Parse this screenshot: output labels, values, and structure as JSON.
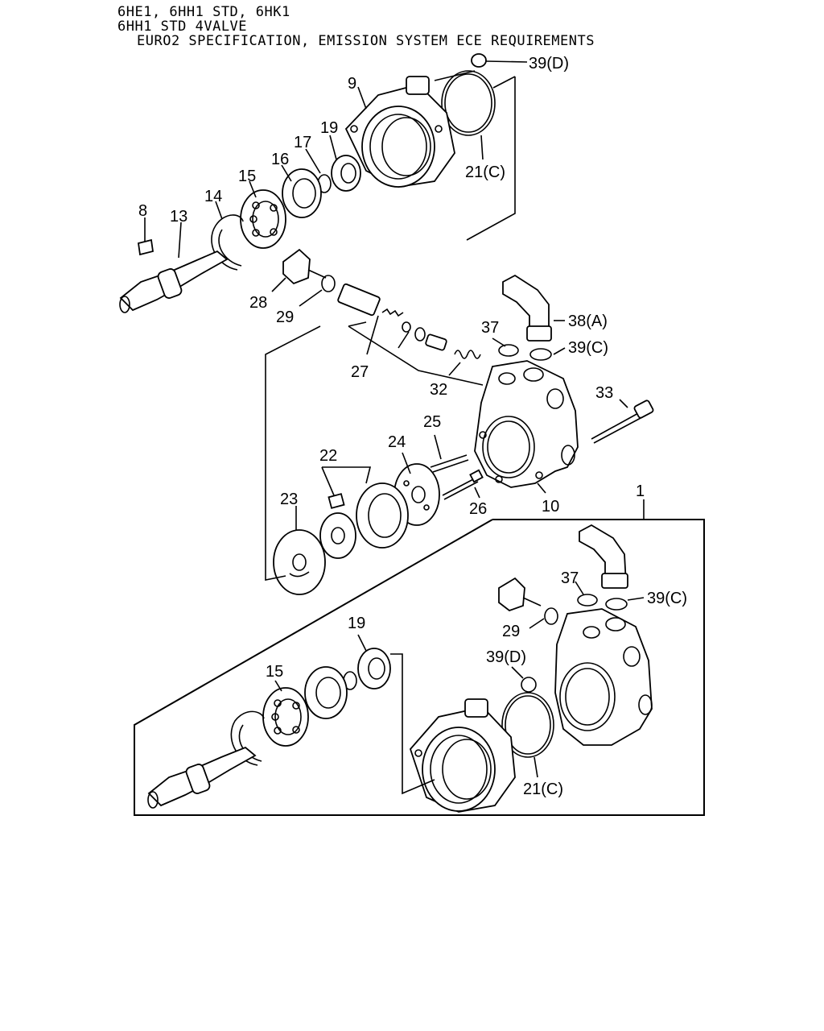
{
  "header": {
    "line1": "6HE1, 6HH1 STD, 6HK1",
    "line2": "6HH1 STD 4VALVE",
    "line3": "EURO2 SPECIFICATION, EMISSION SYSTEM ECE REQUIREMENTS"
  },
  "callouts": {
    "c39d_top": "39(D)",
    "c9": "9",
    "c21c_top": "21(C)",
    "c19_top": "19",
    "c17": "17",
    "c16": "16",
    "c15_top": "15",
    "c14": "14",
    "c13": "13",
    "c8": "8",
    "c28": "28",
    "c29_top": "29",
    "c27": "27",
    "c32": "32",
    "c37_top": "37",
    "c38a": "38(A)",
    "c39c_top": "39(C)",
    "c33": "33",
    "c25": "25",
    "c24": "24",
    "c22": "22",
    "c23": "23",
    "c26": "26",
    "c10": "10",
    "c1": "1",
    "c37_bot": "37",
    "c39c_bot": "39(C)",
    "c29_bot": "29",
    "c39d_bot": "39(D)",
    "c19_bot": "19",
    "c15_bot": "15",
    "c21c_bot": "21(C)"
  }
}
